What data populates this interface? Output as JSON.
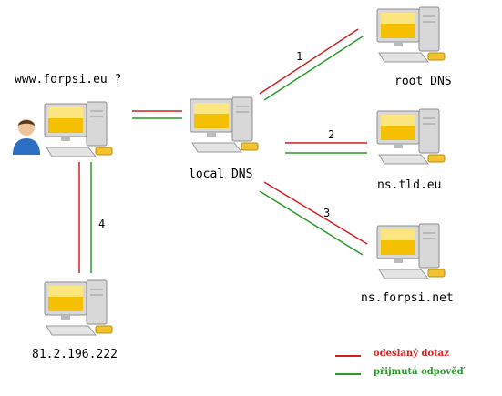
{
  "colors": {
    "request": "#d42020",
    "response": "#2a9a2a",
    "screen": "#f5c000",
    "case": "#d8d8d8"
  },
  "icons": {
    "computer": "computer-icon",
    "user": "user-icon"
  },
  "labels": {
    "query": "www.forpsi.eu ?",
    "local_dns": "local DNS",
    "root_dns": "root DNS",
    "tld": "ns.tld.eu",
    "forpsi": "ns.forpsi.net",
    "ip": "81.2.196.222"
  },
  "steps": [
    "1",
    "2",
    "3",
    "4"
  ],
  "legend": {
    "request": "odeslaný dotaz",
    "response": "přijmutá odpověď"
  }
}
